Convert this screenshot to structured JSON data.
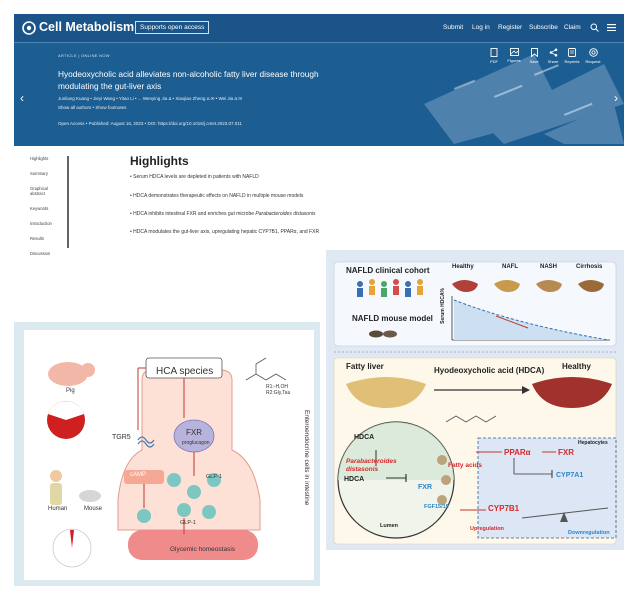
{
  "header": {
    "brand": "Cell Metabolism",
    "open_access_badge": "Supports open access",
    "nav": [
      "Submit",
      "Log in",
      "Register",
      "Subscribe",
      "Claim"
    ],
    "actions": [
      "PDF",
      "Figures",
      "Save",
      "Share",
      "Reprints",
      "Request"
    ],
    "kicker": "ARTICLE | ONLINE NOW",
    "title": "Hyodeoxycholic acid alleviates non-alcoholic fatty liver disease through modulating the gut-liver axis",
    "authors": "Junliang Kuang • Jieyi Wang • Yitao Li • ... Wenying Jia Δ • Xiaojiao Zheng Δ ✉ • Wei Jia Δ ✉",
    "authors_more": "Show all authors • Show footnotes",
    "publication": "Open Access • Published: August 16, 2023 • DOI: https://doi.org/10.1016/j.cmet.2023.07.011"
  },
  "toc": [
    "Highlights",
    "Summary",
    "Graphical abstract",
    "Keywords",
    "Introduction",
    "Results",
    "Discussion"
  ],
  "highlights": {
    "title": "Highlights",
    "items": [
      {
        "pre": "• Serum HDCA levels are depleted in patients with NAFLD",
        "em": "",
        "post": ""
      },
      {
        "pre": "• HDCA demonstrates therapeutic effects on NAFLD in multiple mouse models",
        "em": "",
        "post": ""
      },
      {
        "pre": "• HDCA inhibits intestinal FXR and enriches gut microbe ",
        "em": "Parabacteroides distasonis",
        "post": ""
      },
      {
        "pre": "• HDCA modulates the gut-liver axis, upregulating hepatic CYP7B1, PPARα, and FXR",
        "em": "",
        "post": ""
      }
    ]
  },
  "figure_left": {
    "hca_species": "HCA species",
    "r_groups": "R1:-H,OH\nR2:Gly,Tau",
    "fxr": "FXR",
    "proglucagon": "proglucagon",
    "tgr5": "TGR5",
    "camp": "cAMP",
    "glp1": "GLP-1",
    "glp1_bottom": "GLP-1",
    "glycemic": "Glycemic homeostasis",
    "enteroendocrine": "Enteroendocrine cells in intestine",
    "pig": "Pig",
    "human": "Human",
    "mouse": "Mouse",
    "r1": "R1",
    "r2": "R2"
  },
  "figure_top": {
    "clinical": "NAFLD clinical cohort",
    "mouse_model": "NAFLD mouse model",
    "ylabel": "Serum HDCA%",
    "stages": [
      "Healthy",
      "NAFL",
      "NASH",
      "Cirrhosis"
    ]
  },
  "figure_bottom": {
    "fatty_liver": "Fatty liver",
    "hdca_title": "Hyodeoxycholic acid (HDCA)",
    "healthy": "Healthy",
    "hdca1": "HDCA",
    "microbe": "Parabacteroides distasonis",
    "hdca2": "HDCA",
    "fxr_intestine": "FXR",
    "fgf": "FGF15/19",
    "lumen": "Lumen",
    "fatty_acids": "Fatty acids",
    "ppar": "PPARα",
    "fxr_liver": "FXR",
    "hepatocytes": "Hepatocytes",
    "cyp7a1": "CYP7A1",
    "cyp7b1": "CYP7B1",
    "upregulation": "Upregulation",
    "downregulation": "Downregulation"
  },
  "colors": {
    "header_bg": "#1c5d92",
    "figure_bg": "#dfe8f3",
    "red_label": "#d42a2a",
    "blue_label": "#2a86c6"
  }
}
